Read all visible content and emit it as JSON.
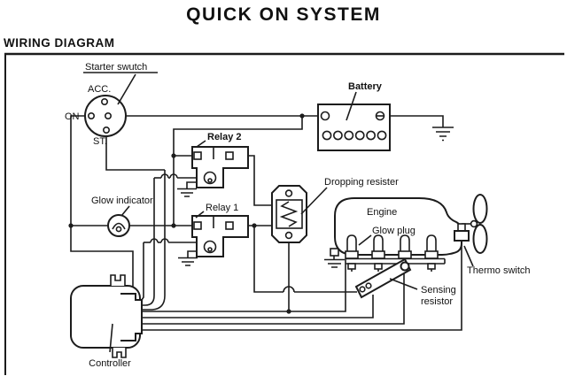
{
  "title": "QUICK ON SYSTEM",
  "section_heading": "WIRING DIAGRAM",
  "colors": {
    "line": "#1c1c1c",
    "background": "#ffffff"
  },
  "components": {
    "starter_switch": {
      "label": "Starter swutch",
      "terminals": {
        "acc": "ACC.",
        "on": "ON",
        "st": "ST."
      }
    },
    "battery": {
      "label": "Battery"
    },
    "relay2": {
      "label": "Relay 2"
    },
    "relay1": {
      "label": "Relay 1"
    },
    "glow_indicator": {
      "label": "Glow indicator"
    },
    "dropping_resister": {
      "label": "Dropping resister"
    },
    "engine": {
      "label": "Engine"
    },
    "glow_plug": {
      "label": "Glow plug"
    },
    "thermo_switch": {
      "label": "Thermo switch"
    },
    "sensing_resistor": {
      "label_line1": "Sensing",
      "label_line2": "resistor"
    },
    "controller": {
      "label": "Controller"
    }
  }
}
